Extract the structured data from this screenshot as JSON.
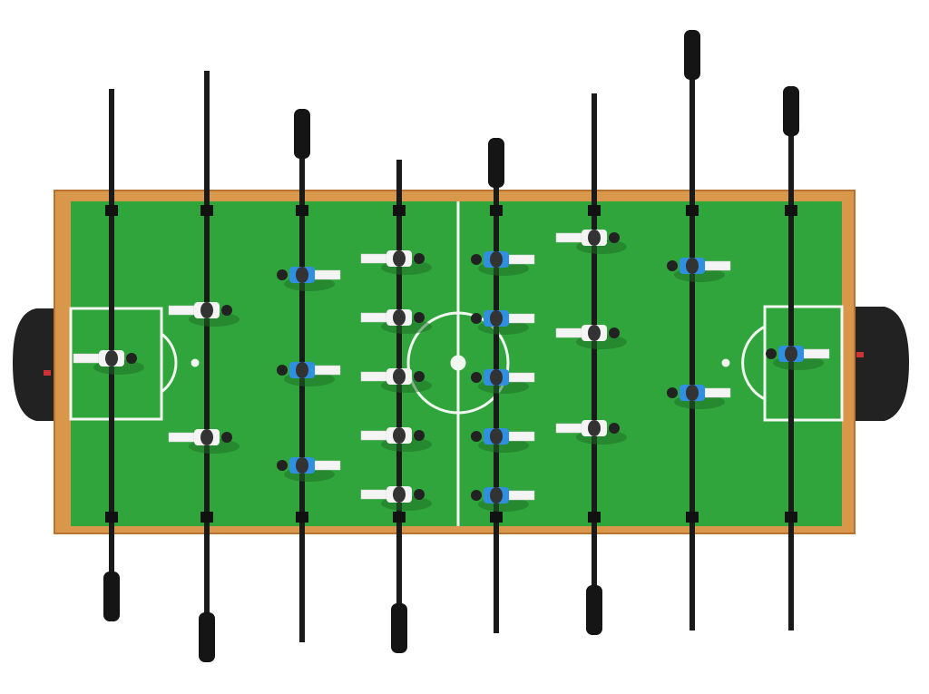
{
  "scene": "foosball-table-top-view",
  "colors": {
    "background": "#ffffff",
    "wood": "#d8974a",
    "wood_dark": "#b8742e",
    "field": "#2fa53b",
    "field_dark": "#258a30",
    "lines": "#f2f7f2",
    "rod": "#1a1a1a",
    "team_white": "#f4f4f4",
    "team_blue": "#2f8fe0",
    "goal": "#222222"
  },
  "rods": [
    {
      "team": "white",
      "players": 1,
      "facing": "right"
    },
    {
      "team": "white",
      "players": 2,
      "facing": "right"
    },
    {
      "team": "blue",
      "players": 3,
      "facing": "left"
    },
    {
      "team": "white",
      "players": 5,
      "facing": "right"
    },
    {
      "team": "blue",
      "players": 5,
      "facing": "left"
    },
    {
      "team": "white",
      "players": 3,
      "facing": "right"
    },
    {
      "team": "blue",
      "players": 2,
      "facing": "left"
    },
    {
      "team": "blue",
      "players": 1,
      "facing": "left"
    }
  ]
}
